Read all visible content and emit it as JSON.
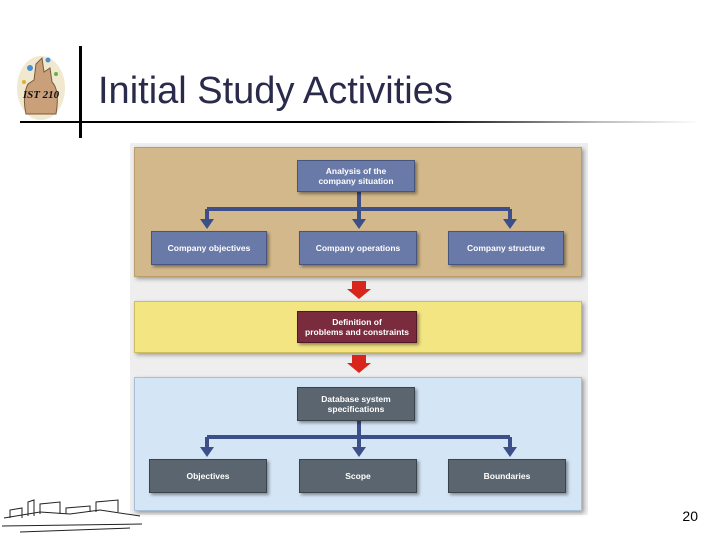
{
  "header": {
    "title": "Initial Study Activities",
    "logo_text": "IST 210"
  },
  "diagram": {
    "stage1": {
      "top": "Analysis of the\ncompany situation",
      "children": [
        "Company objectives",
        "Company operations",
        "Company structure"
      ]
    },
    "stage2": {
      "top": "Definition of\nproblems and constraints"
    },
    "stage3": {
      "top": "Database system\nspecifications",
      "children": [
        "Objectives",
        "Scope",
        "Boundaries"
      ]
    },
    "colors": {
      "tan_band": "#d2b88a",
      "yellow_band": "#f3e582",
      "blue_band": "#d4e5f6",
      "connector": "#3d4f88",
      "arrow_red": "#d9261c"
    }
  },
  "footer": {
    "page_number": "20"
  }
}
